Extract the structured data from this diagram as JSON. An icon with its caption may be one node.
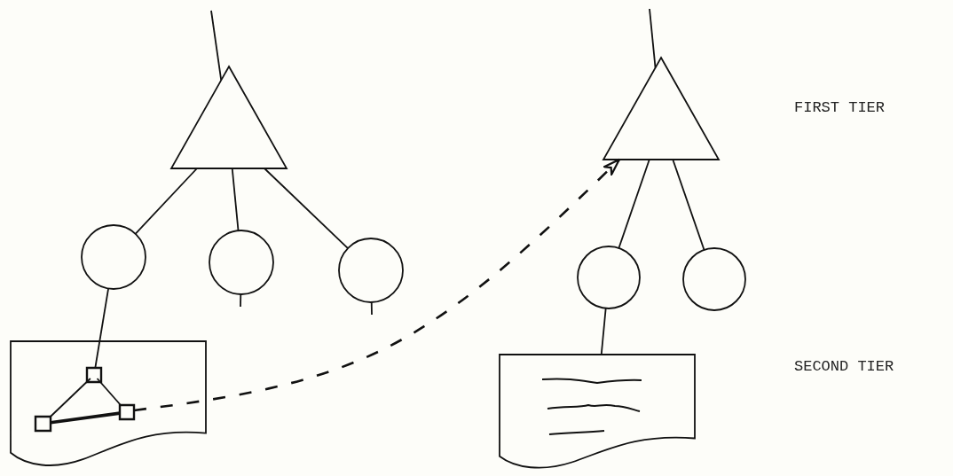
{
  "diagram": {
    "nodes": [
      {
        "text": [],
        "shape": "triangle"
      },
      {
        "text": [],
        "shape": "circle"
      },
      {
        "text": [],
        "shape": "circle"
      },
      {
        "text": [],
        "shape": "circle"
      },
      {
        "text": [],
        "shape": "document"
      },
      {
        "text": [],
        "shape": "box",
        "in": 4
      },
      {
        "text": [],
        "shape": "box",
        "in": 4
      },
      {
        "text": [],
        "shape": "box",
        "in": 4
      },
      {
        "text": [],
        "shape": "triangle"
      },
      {
        "text": [],
        "shape": "circle"
      },
      {
        "text": [],
        "shape": "circle"
      },
      {
        "text": [],
        "shape": "document"
      }
    ],
    "edges": [
      {
        "from": null,
        "to": 0,
        "arrow": "none"
      },
      {
        "from": 0,
        "to": 1,
        "arrow": "none"
      },
      {
        "from": 0,
        "to": 2,
        "arrow": "none"
      },
      {
        "from": 0,
        "to": 3,
        "arrow": "none"
      },
      {
        "from": 2,
        "to": null,
        "arrow": "none"
      },
      {
        "from": 3,
        "to": null,
        "arrow": "none"
      },
      {
        "from": 1,
        "to": 5,
        "arrow": "none"
      },
      {
        "from": 5,
        "to": 6,
        "arrow": "none"
      },
      {
        "from": 5,
        "to": 7,
        "arrow": "none"
      },
      {
        "from": 6,
        "to": 7,
        "arrow": "none",
        "style": "thick"
      },
      {
        "from": 7,
        "to": 8,
        "arrow": "to",
        "style": "dashed"
      },
      {
        "from": null,
        "to": 8,
        "arrow": "none"
      },
      {
        "from": 8,
        "to": 9,
        "arrow": "none"
      },
      {
        "from": 8,
        "to": 10,
        "arrow": "none"
      },
      {
        "from": 9,
        "to": 11,
        "arrow": "none"
      }
    ],
    "labels": [
      "FIRST TIER",
      "SECOND TIER"
    ]
  }
}
